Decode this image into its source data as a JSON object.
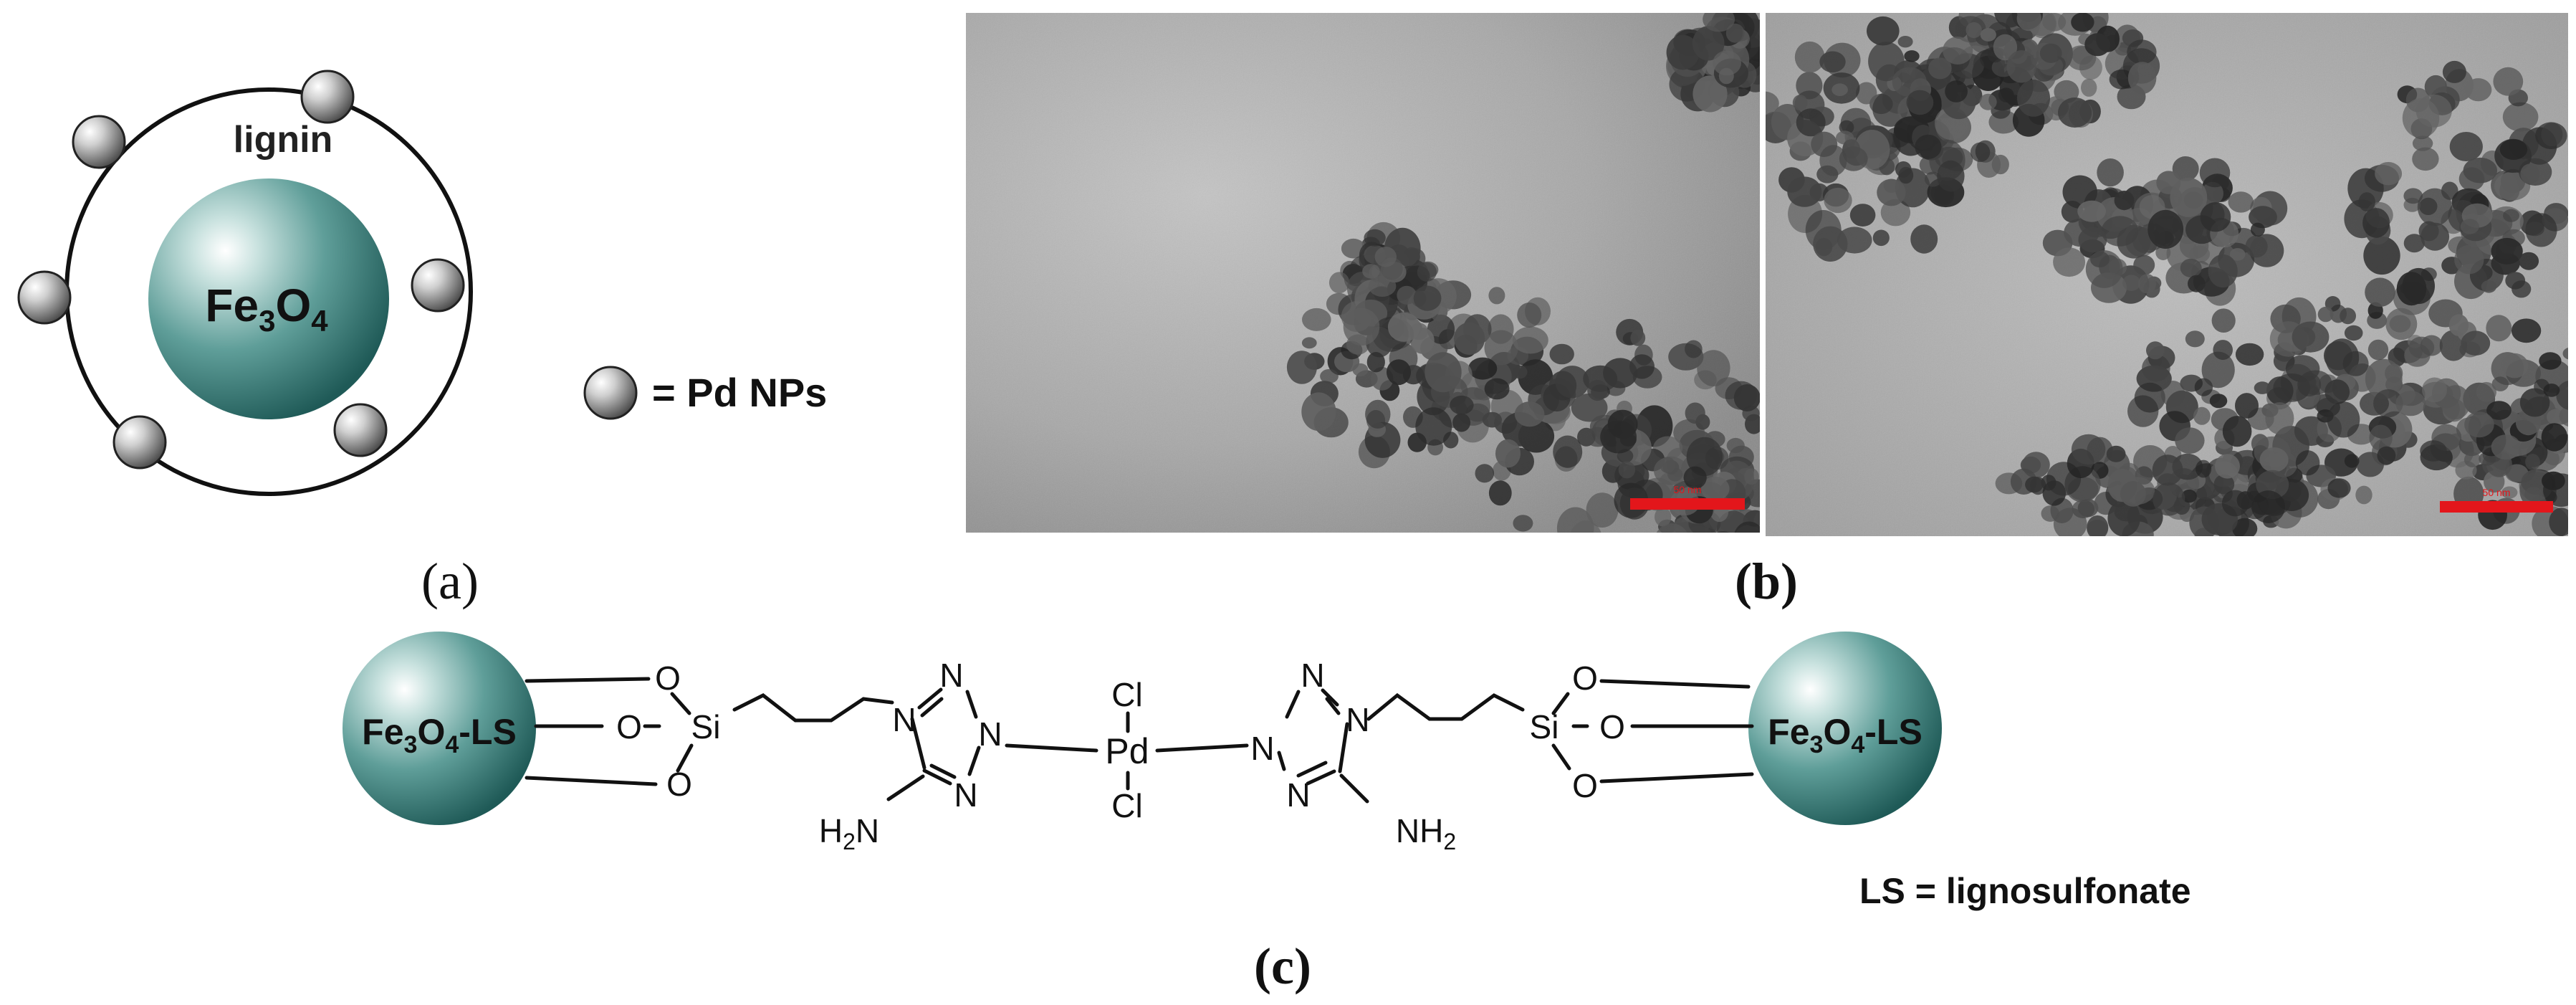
{
  "panel_a": {
    "shell_label": "lignin",
    "core_label": "Fe3O4",
    "legend_text": "= Pd NPs",
    "caption": "(a)"
  },
  "panel_b": {
    "scale_bar_left": "50 nm",
    "scale_bar_right": "50 nm",
    "caption": "(b)"
  },
  "panel_c": {
    "sphere_left_label": "Fe3O4-LS",
    "sphere_right_label": "Fe3O4-LS",
    "atoms": {
      "O": "O",
      "Si": "Si",
      "N": "N",
      "Pd": "Pd",
      "Cl": "Cl",
      "H2N": "H2N",
      "NH2": "NH2"
    },
    "legend_text": "LS = lignosulfonate",
    "caption": "(c)"
  },
  "colors": {
    "sphere_teal": "#3d7f7b",
    "scale_bar": "#e3161b",
    "tem_background": "#a9a9a9",
    "particle_dark": "#3c3c3c"
  }
}
